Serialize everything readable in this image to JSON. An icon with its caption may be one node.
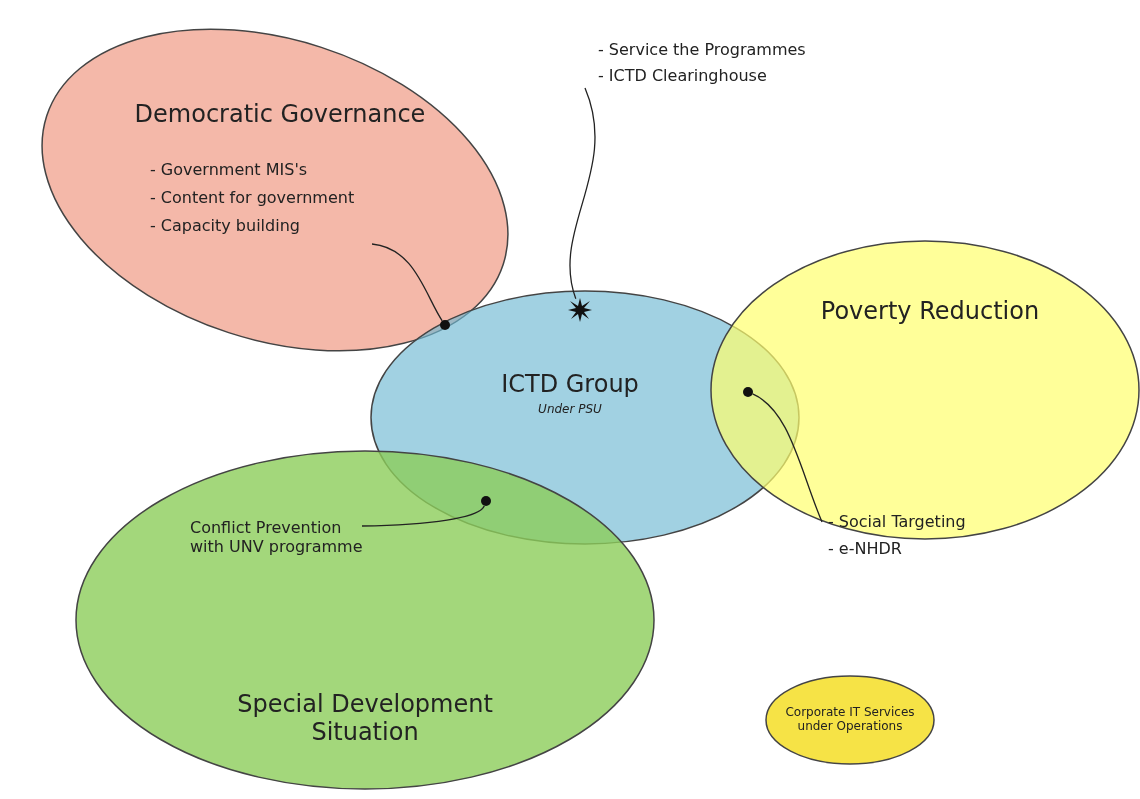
{
  "diagram": {
    "nodes": [
      {
        "text": [
          "Democratic Governance"
        ]
      },
      {
        "text": [
          "- Government MIS's",
          "- Content for government",
          "- Capacity building"
        ],
        "in": 0
      },
      {
        "text": [
          "ICTD Group",
          "Under PSU"
        ]
      },
      {
        "text": [
          "Poverty Reduction"
        ]
      },
      {
        "text": [
          "- Social Targeting",
          "- e-NHDR"
        ],
        "in": 3
      },
      {
        "text": [
          "Special Development Situation"
        ]
      },
      {
        "text": [
          "Conflict Prevention with UNV programme"
        ],
        "in": 5
      },
      {
        "text": [
          "Corporate IT Services under Operations"
        ]
      },
      {
        "text": [
          "- Service the Programmes",
          "- ICTD Clearinghouse"
        ]
      },
      {
        "text": [],
        "shape": "circle"
      },
      {
        "text": [],
        "shape": "star",
        "in": 2
      },
      {
        "text": [],
        "shape": "circle"
      },
      {
        "text": [],
        "shape": "circle"
      }
    ],
    "edges": [
      {
        "from": 1,
        "to": 9,
        "arrow": "none"
      },
      {
        "from": 8,
        "to": 10,
        "arrow": "none"
      },
      {
        "from": 4,
        "to": 11,
        "arrow": "none"
      },
      {
        "from": 6,
        "to": 12,
        "arrow": "none"
      }
    ]
  }
}
